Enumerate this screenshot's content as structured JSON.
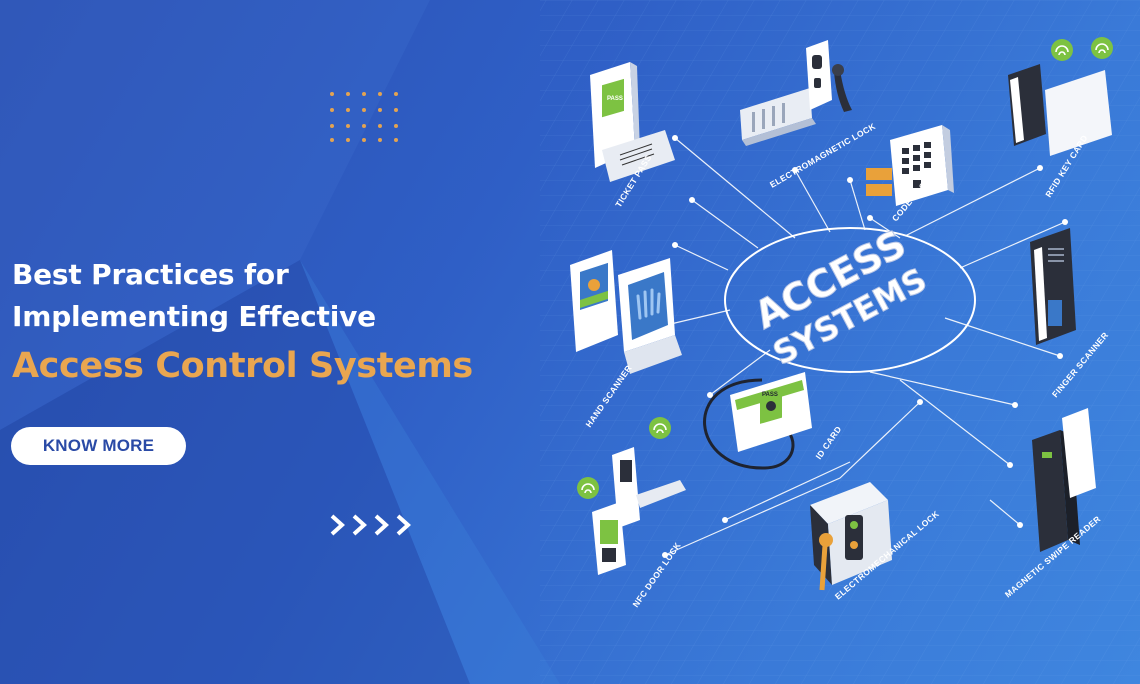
{
  "headline": {
    "line1": "Best Practices for",
    "line2": "Implementing Effective",
    "accent": "Access Control Systems"
  },
  "cta": {
    "label": "KNOW MORE"
  },
  "center": {
    "line1": "ACCESS",
    "line2": "SYSTEMS"
  },
  "devices": [
    {
      "label": "TICKET PASS"
    },
    {
      "label": "ELECTROMAGNETIC LOCK"
    },
    {
      "label": "CODE LOCK"
    },
    {
      "label": "RFID KEY CARD"
    },
    {
      "label": "HAND SCANNER"
    },
    {
      "label": "FINGER SCANNER"
    },
    {
      "label": "ID CARD"
    },
    {
      "label": "NFC DOOR LOCK"
    },
    {
      "label": "ELECTROMECHANICAL LOCK"
    },
    {
      "label": "MAGNETIC SWIPE READER"
    }
  ],
  "ticket_text": "PASS",
  "id_card_text": "PASS",
  "colors": {
    "accent": "#e9a650",
    "button_text": "#2a4aa6",
    "wifi_badge": "#7dc242"
  }
}
